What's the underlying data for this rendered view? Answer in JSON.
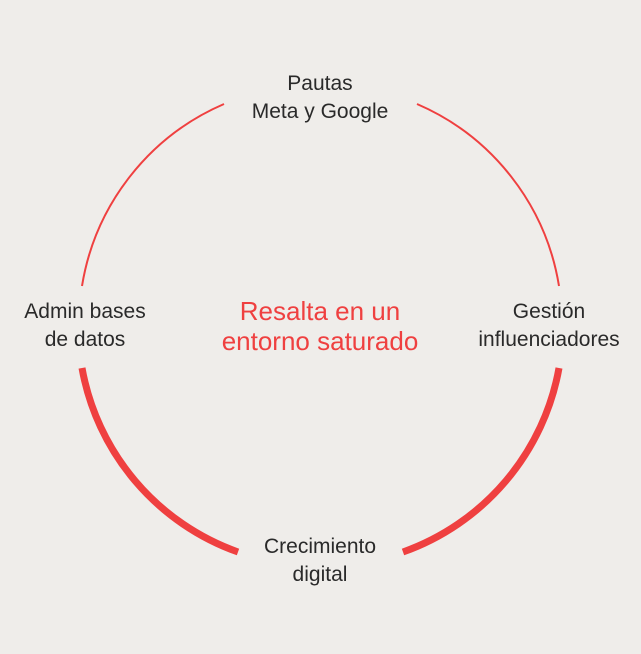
{
  "colors": {
    "background": "#efedea",
    "accent": "#ef4040",
    "text": "#2a2a2a"
  },
  "nodes": {
    "top": {
      "line1": "Pautas",
      "line2": "Meta y Google"
    },
    "left": {
      "line1": "Admin bases",
      "line2": "de datos"
    },
    "right": {
      "line1": "Gestión",
      "line2": "influenciadores"
    },
    "bottom": {
      "line1": "Crecimiento",
      "line2": "digital"
    }
  },
  "center": {
    "line1": "Resalta en un",
    "line2": "entorno saturado"
  }
}
